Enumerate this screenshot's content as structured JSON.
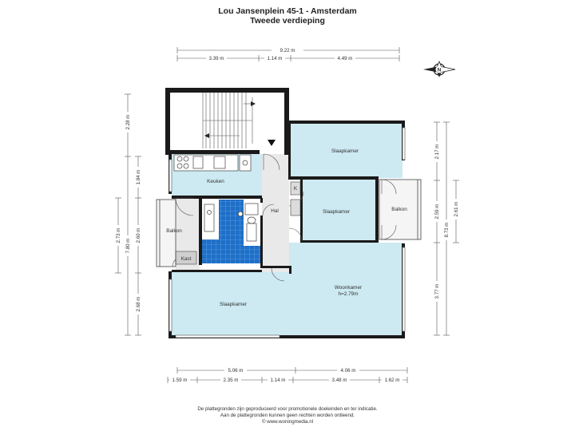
{
  "header": {
    "title": "Lou Jansenplein 45-1 - Amsterdam",
    "subtitle": "Tweede verdieping"
  },
  "rooms": {
    "slaapkamer_top": "Slaapkamer",
    "keuken": "Keuken",
    "kast": "K",
    "hal": "Hal",
    "slaapkamer_mid": "Slaapkamer",
    "balkon_right": "Balkon",
    "balkon_left": "Balkon",
    "kast_left": "Kast",
    "woonkamer": "Woonkamer",
    "woonkamer_height": "h=2.79m",
    "slaapkamer_bottom": "Slaapkamer"
  },
  "dimensions": {
    "top_total": "9.22 m",
    "top_a": "3.39 m",
    "top_b": "1.14 m",
    "top_c": "4.49 m",
    "bottom_total_a": "5.06 m",
    "bottom_total_b": "4.06 m",
    "bottom_a": "1.59 m",
    "bottom_b": "2.35 m",
    "bottom_c": "1.14 m",
    "bottom_d": "3.48 m",
    "bottom_e": "1.62 m",
    "left_outer_a": "2.28 m",
    "left_outer_b": "7.80 m",
    "left_outer_c": "2.73 m",
    "left_inner_a": "1.84 m",
    "left_inner_b": "2.60 m",
    "left_inner_c": "2.68 m",
    "right_a": "2.17 m",
    "right_b": "2.59 m",
    "right_c": "8.73 m",
    "right_d": "2.61 m",
    "right_e": "3.77 m"
  },
  "compass": "N",
  "disclaimer": {
    "line1": "De plattegronden zijn geproduceerd voor promotionele doeleinden en ter indicatie.",
    "line2": "Aan de plattegronden kunnen geen rechten worden ontleend.",
    "line3": "© www.woningmedia.nl"
  },
  "colors": {
    "room_fill": "#cde9f1",
    "tile_fill": "#1e6fc8",
    "wall": "#1a1a1a",
    "floor_grey": "#e9e9e9"
  }
}
